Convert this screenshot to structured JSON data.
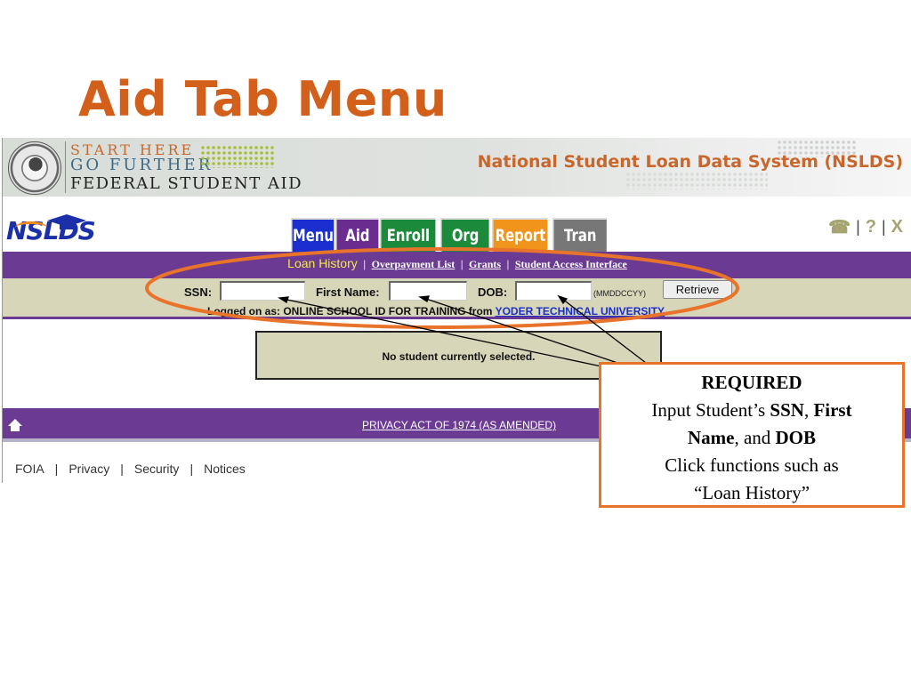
{
  "slide": {
    "title": "Aid Tab Menu"
  },
  "banner": {
    "line1": "START HERE",
    "line2": "GO FURTHER",
    "line3": "FEDERAL STUDENT AID",
    "system_title": "National Student Loan Data System (NSLDS)"
  },
  "logo": {
    "text": "NSLDS"
  },
  "tabs": [
    {
      "label": "Menu",
      "color": "#1b2fd0"
    },
    {
      "label": "Aid",
      "color": "#6b2c8f",
      "active": true
    },
    {
      "label": "Enroll",
      "color": "#1b8a3a"
    },
    {
      "label": "Org",
      "color": "#1b8a3a"
    },
    {
      "label": "Report",
      "color": "#f0941b"
    },
    {
      "label": "Tran",
      "color": "#777777"
    }
  ],
  "utility_icons": {
    "phone": "☎",
    "help": "?",
    "close": "X",
    "sep": "|"
  },
  "submenu": {
    "current": "Loan History",
    "sep": "|",
    "links": [
      "Overpayment List",
      "Grants",
      "Student Access Interface"
    ]
  },
  "search": {
    "ssn_label": "SSN:",
    "first_name_label": "First Name:",
    "dob_label": "DOB:",
    "ssn_value": "",
    "first_name_value": "",
    "dob_value": "",
    "dob_hint": "(MMDDCCYY)",
    "retrieve_label": "Retrieve",
    "logged_on_prefix": "Logged on as: ONLINE SCHOOL ID FOR TRAINING from ",
    "logged_on_school": "YODER TECHNICAL UNIVERSITY"
  },
  "message": "No student currently selected.",
  "footer": {
    "privacy": "PRIVACY ACT OF 1974 (AS AMENDED)"
  },
  "bottom_links": [
    "FOIA",
    "Privacy",
    "Security",
    "Notices"
  ],
  "bottom_sep": "|",
  "callout": {
    "heading": "REQUIRED",
    "line2_prefix": "Input Student’s ",
    "ssn": "SSN",
    "comma": ",",
    "first": "First",
    "name": "Name",
    "and": ",  and ",
    "dob": "DOB",
    "line4": "Click  functions such as",
    "line5": "“Loan History”"
  },
  "colors": {
    "title": "#d2601a",
    "purple": "#6b3a93",
    "khaki": "#d8d6b8",
    "highlight_oval": "#e8732a"
  }
}
